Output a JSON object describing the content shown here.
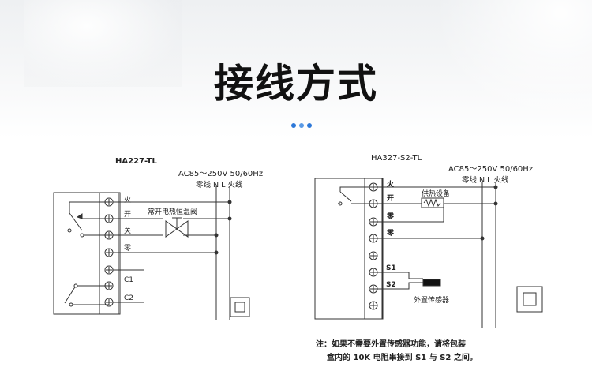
{
  "title": "接线方式",
  "left": {
    "model": "HA227-TL",
    "power": "AC85～250V  50/60Hz",
    "neutral_live": "零线 N  L 火线",
    "terminals": [
      "火",
      "开",
      "关",
      "零",
      "C1",
      "C2"
    ],
    "valve_label": "常开电热恒温阀"
  },
  "right": {
    "model": "HA327-S2-TL",
    "power": "AC85～250V  50/60Hz",
    "neutral_live": "零线 N  L 火线",
    "terminals": [
      "火",
      "开",
      "零",
      "零",
      "S1",
      "S2"
    ],
    "heater_label": "供热设备",
    "sensor_label": "外置传感器"
  },
  "note": {
    "line1": "注：如果不需要外置传感器功能，请将包装",
    "line2": "盒内的 10K 电阻串接到 S1 与 S2 之间。"
  },
  "colors": {
    "accent": "#2d78d8",
    "line": "#333333"
  }
}
